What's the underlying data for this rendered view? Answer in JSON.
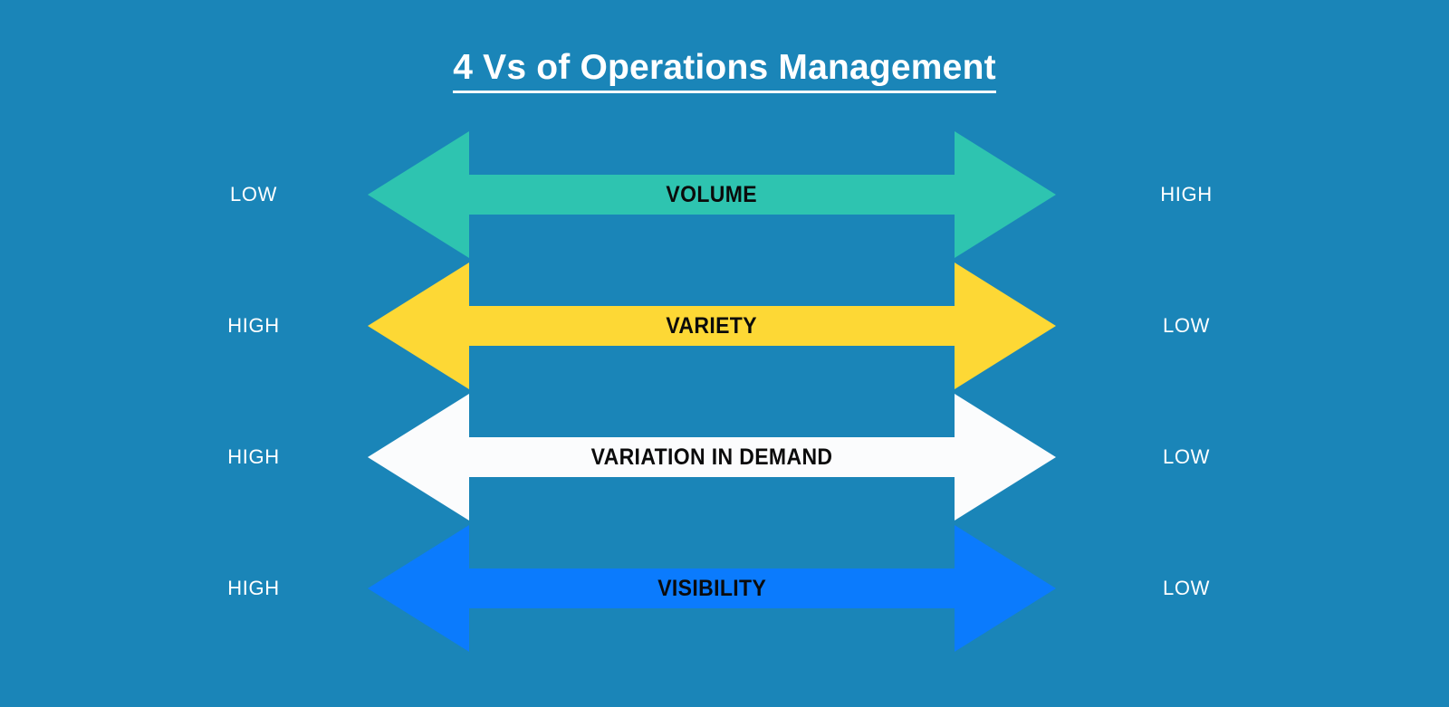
{
  "background_color": "#1a85b8",
  "header": {
    "title": "4 Vs of Operations Management",
    "title_color": "#ffffff",
    "underlined": true
  },
  "diagram": {
    "type": "double-headed-arrow-scale",
    "label_color": "#ffffff",
    "caption_color": "#0b0b0b",
    "rows": [
      {
        "id": "volume",
        "left_label": "LOW",
        "caption": "VOLUME",
        "right_label": "HIGH",
        "color": "#2ec4b0"
      },
      {
        "id": "variety",
        "left_label": "HIGH",
        "caption": "VARIETY",
        "right_label": "LOW",
        "color": "#fdd835"
      },
      {
        "id": "variation-in-demand",
        "left_label": "HIGH",
        "caption": "VARIATION IN DEMAND",
        "right_label": "LOW",
        "color": "#fbfcfd"
      },
      {
        "id": "visibility",
        "left_label": "HIGH",
        "caption": "VISIBILITY",
        "right_label": "LOW",
        "color": "#0b7bfd"
      }
    ]
  }
}
